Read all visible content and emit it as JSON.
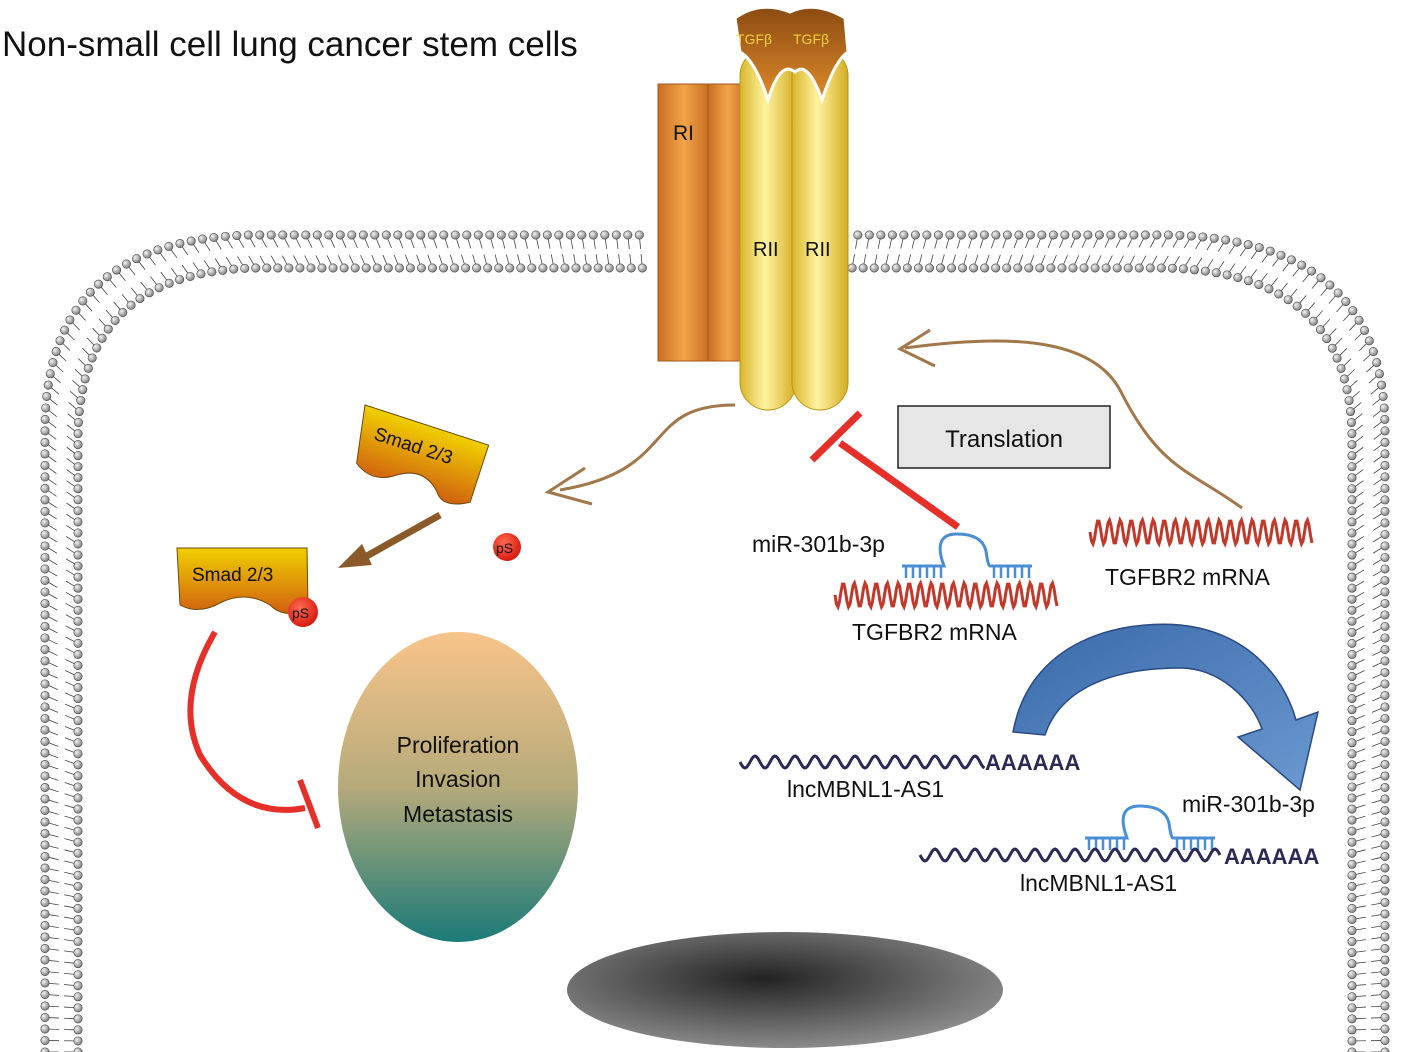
{
  "title": "Non-small cell lung cancer stem cells",
  "ligands": [
    "TGFβ",
    "TGFβ"
  ],
  "receptors": {
    "type1": "RI",
    "type2": [
      "RII",
      "RII"
    ]
  },
  "smad": {
    "free": "Smad 2/3",
    "phosphorylated": "Smad 2/3",
    "phospho_label": "pS"
  },
  "translation_box": "Translation",
  "mirna_label": "miR-301b-3p",
  "mrna_label": "TGFBR2 mRNA",
  "lncrna_label": "lncMBNL1-AS1",
  "polya": "AAAAAA",
  "outcome": {
    "line1": "Proliferation",
    "line2": "Invasion",
    "line3": "Metastasis"
  },
  "colors": {
    "receptor_I": "#e8963a",
    "receptor_II": "#efd84a",
    "ligand": "#b5651d",
    "inhibition": "#e5302a",
    "activation_arrow": "#a0784a",
    "smad_arrow": "#8a5a2a",
    "mrna": "#c0392b",
    "lncrna": "#2a2a55",
    "mirna": "#4a8fd4",
    "sponge_arrow": "#3a68a8",
    "nucleus": "#555555"
  }
}
